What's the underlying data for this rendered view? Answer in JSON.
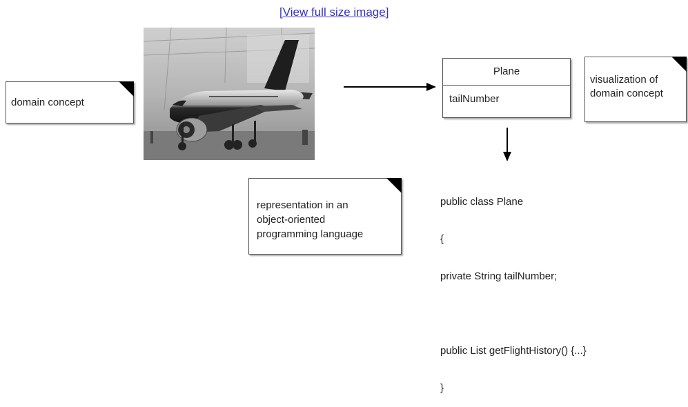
{
  "header": {
    "view_link": "[View full size image]"
  },
  "notes": {
    "domain_concept": "domain concept",
    "visualization": "visualization of\ndomain concept",
    "representation": "representation in an\nobject-oriented\nprogramming language"
  },
  "photo": {
    "icon": "airplane-photo"
  },
  "uml_class": {
    "name": "Plane",
    "attribute": "tailNumber"
  },
  "code": {
    "lines": [
      "public class Plane",
      "{",
      "private String tailNumber;",
      "",
      "public List getFlightHistory() {...}",
      "}"
    ]
  },
  "colors": {
    "link": "#3333cc",
    "border": "#555555",
    "fold": "#000000"
  }
}
